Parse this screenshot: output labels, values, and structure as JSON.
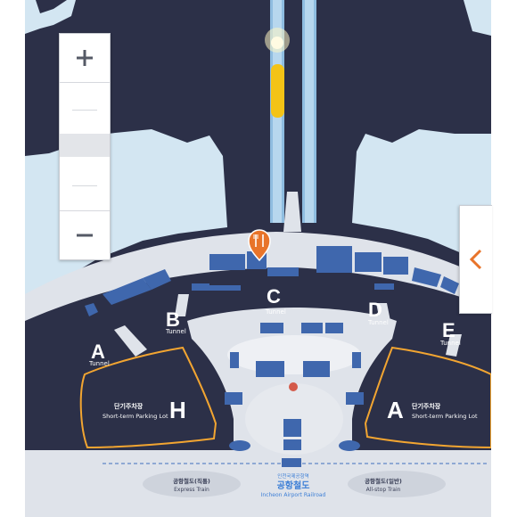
{
  "map": {
    "poi": {
      "icon": "restaurant-pin-icon"
    },
    "gates": [
      {
        "letter": "A",
        "label": "Tunnel",
        "side": "left"
      },
      {
        "letter": "B",
        "label": "Tunnel"
      },
      {
        "letter": "C",
        "label": "Tunnel"
      },
      {
        "letter": "D",
        "label": "Tunnel"
      },
      {
        "letter": "E",
        "label": "Tunnel"
      }
    ],
    "parking": [
      {
        "letter": "H",
        "label_ko": "단기주차장",
        "label_en": "Short-term Parking Lot"
      },
      {
        "letter": "A",
        "label_ko": "단기주차장",
        "label_en": "Short-term Parking Lot"
      }
    ],
    "station": {
      "label_ko_small": "인천국제공항역",
      "label_ko": "공항철도",
      "label_en": "Incheon Airport Railroad"
    },
    "trains": [
      {
        "label_ko": "공항철도(직통)",
        "label_en": "Express Train"
      },
      {
        "label_ko": "공항철도(일반)",
        "label_en": "All-stop Train"
      }
    ]
  },
  "controls": {
    "zoom_in_icon": "plus-icon",
    "zoom_out_icon": "minus-icon",
    "panel_toggle_icon": "chevron-left-icon"
  },
  "colors": {
    "background": "#2c3048",
    "water": "#d3e6f2",
    "terminal": "#dfe3ea",
    "building": "#3f67ad",
    "parking_outline": "#f2a531",
    "accent": "#e8742a"
  }
}
